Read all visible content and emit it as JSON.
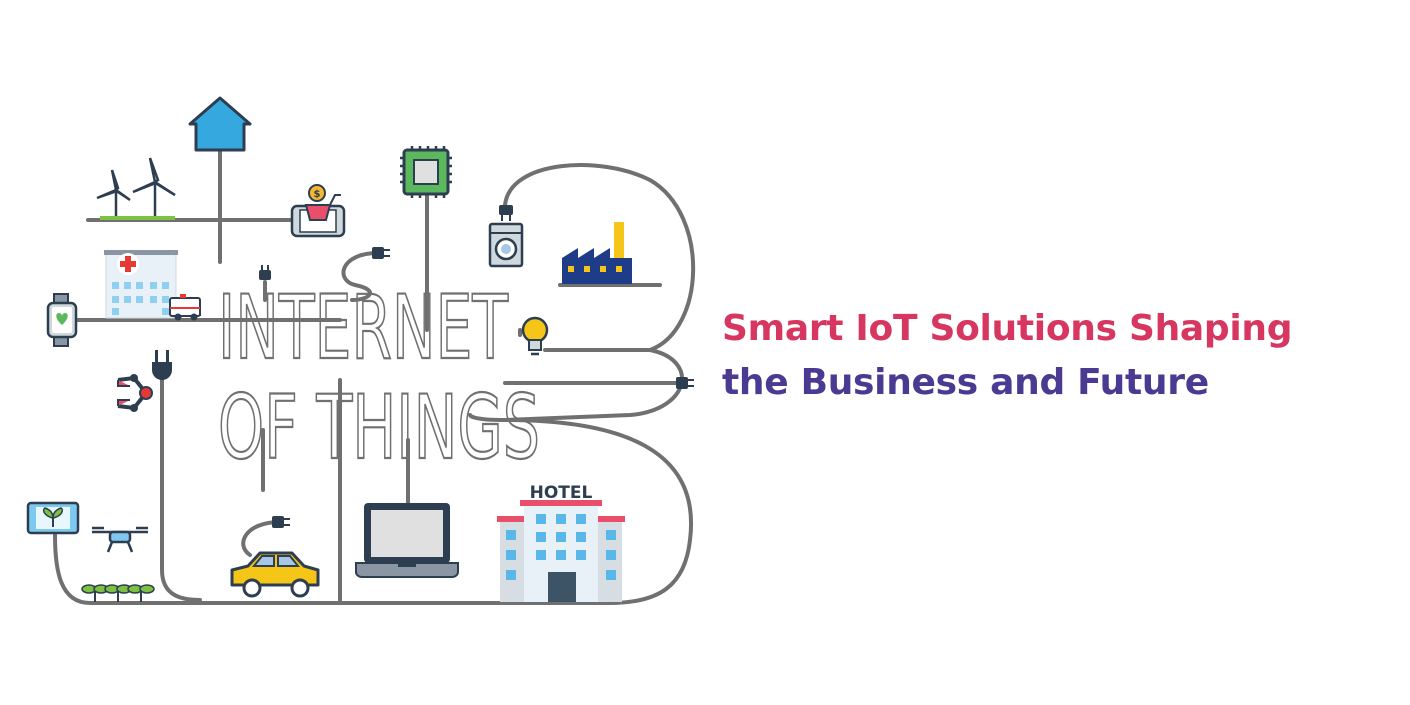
{
  "headline": {
    "line1": "Smart IoT Solutions Shaping",
    "line2": "the Business and Future"
  },
  "illustration": {
    "title_line1": "INTERNET",
    "title_line2": "OF THINGS",
    "hotel_sign": "HOTEL",
    "price_symbol": "$"
  },
  "colors": {
    "headline_line1": "#d6365f",
    "headline_line2": "#4b3a92",
    "wire": "#707070"
  },
  "icons": [
    "house-icon",
    "wind-turbine-icon",
    "shopping-cart-phone-icon",
    "chip-icon",
    "washing-machine-icon",
    "factory-icon",
    "hospital-icon",
    "ambulance-icon",
    "smartwatch-icon",
    "lightbulb-icon",
    "robot-arm-icon",
    "plug-icon",
    "tablet-plant-icon",
    "drone-icon",
    "sprouts-icon",
    "car-icon",
    "laptop-icon",
    "hotel-icon"
  ]
}
